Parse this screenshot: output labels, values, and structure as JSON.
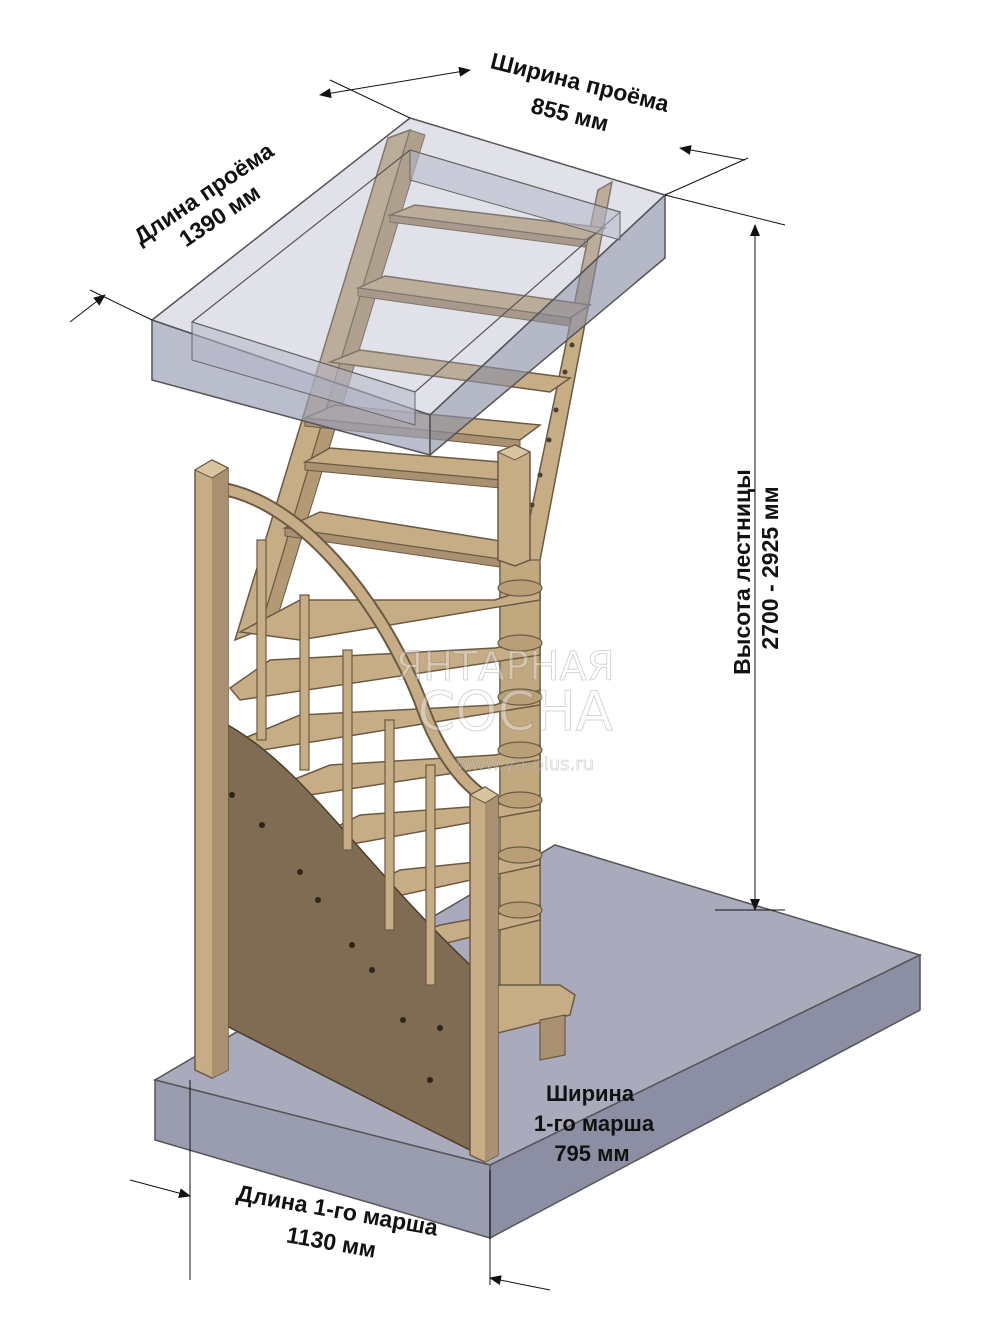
{
  "labels": {
    "opening_width_title": "Ширина проёма",
    "opening_width_value": "855 мм",
    "opening_length_title": "Длина проёма",
    "opening_length_value": "1390 мм",
    "stair_height_title": "Высота лестницы",
    "stair_height_value": "2700 - 2925 мм",
    "flight_width_title": "Ширина",
    "flight_width_subtitle": "1-го марша",
    "flight_width_value": "795 мм",
    "flight_length_title": "Длина 1-го марша",
    "flight_length_value": "1130 мм"
  },
  "watermark": {
    "line1": "ЯНТАРНАЯ",
    "line2": "СОСНА",
    "url": "www.ya-plus.ru"
  },
  "colors": {
    "wood": "#c6ad86",
    "wood_dark": "#7f6c52",
    "wood_edge": "#6b5a42",
    "glass": "#a8acbf",
    "floor": "#a9abbd"
  }
}
